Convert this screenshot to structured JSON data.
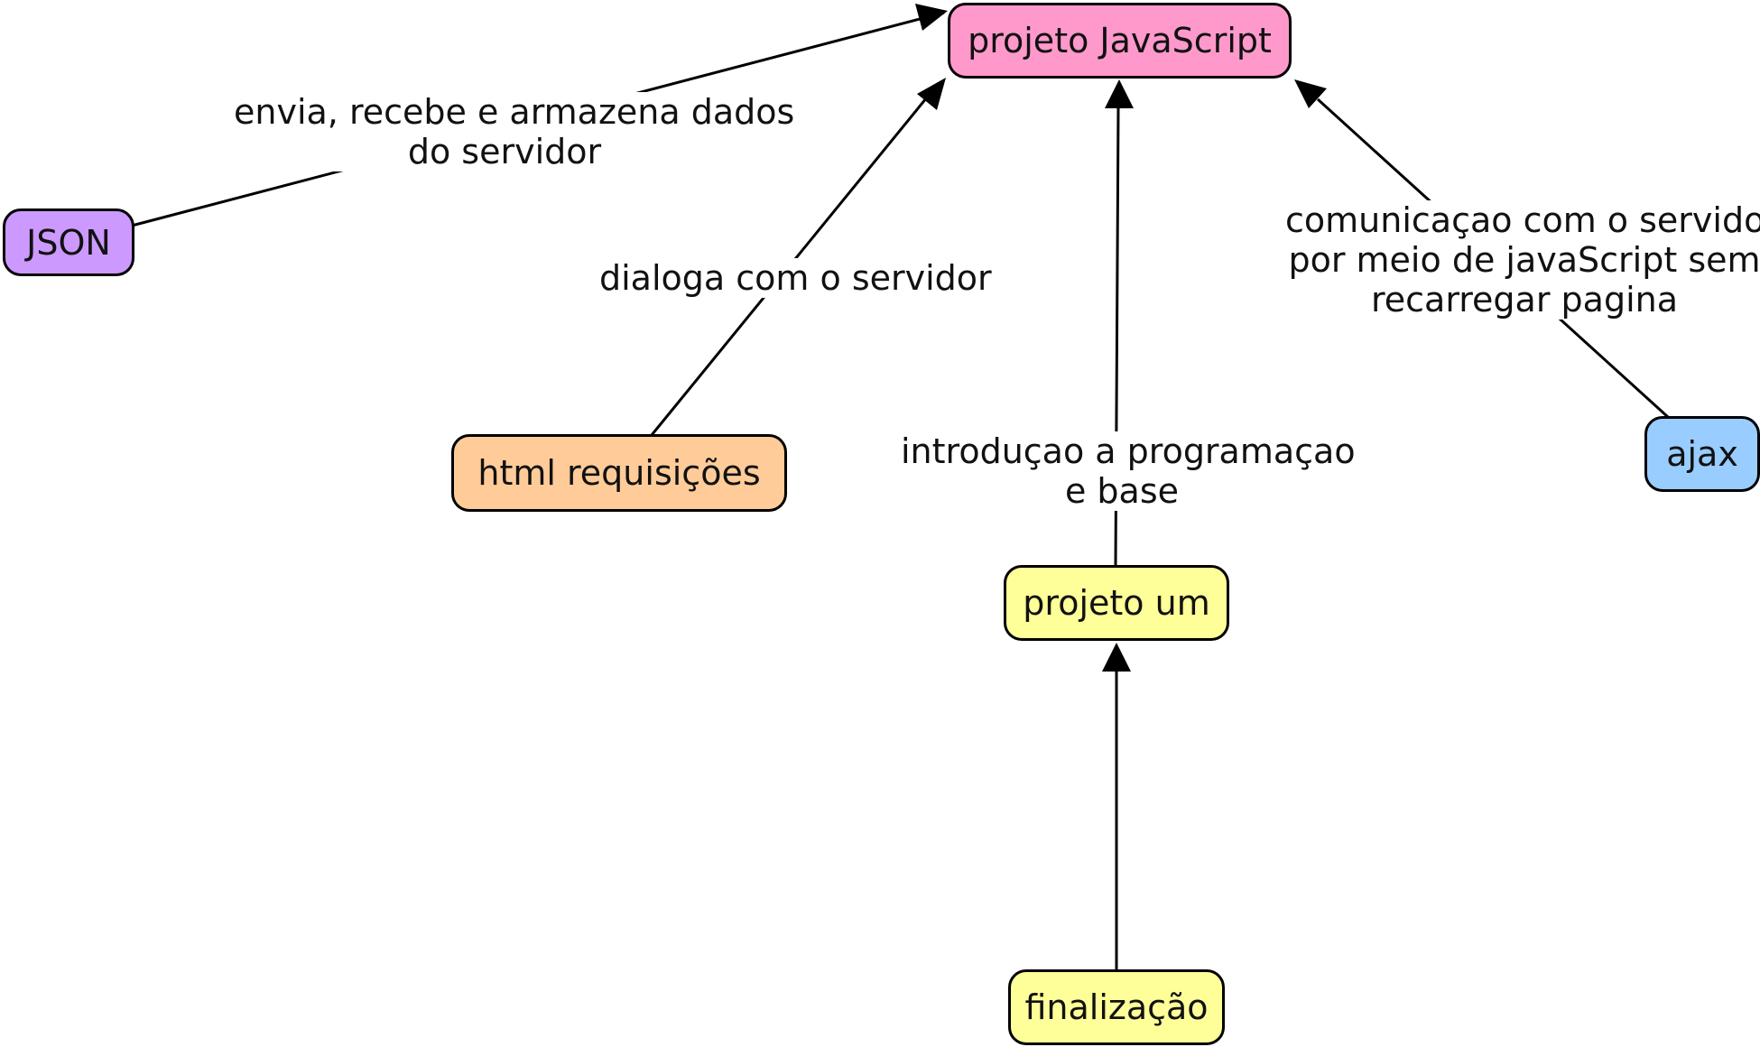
{
  "nodes": {
    "javascript": {
      "label": "projeto JavaScript",
      "color": "#ff99cc"
    },
    "json": {
      "label": "JSON",
      "color": "#cc99ff"
    },
    "html": {
      "label": "html requisições",
      "color": "#ffcc99"
    },
    "ajax": {
      "label": "ajax",
      "color": "#99ccff"
    },
    "projeto_um": {
      "label": "projeto um",
      "color": "#ffff99"
    },
    "finalizacao": {
      "label": "finalização",
      "color": "#ffff99"
    }
  },
  "edges": {
    "json_to_js": {
      "line1": "envia, recebe e armazena dados",
      "line2": "do servidor"
    },
    "html_to_js": {
      "line1": "dialoga com o servidor"
    },
    "projeto_um_to_js": {
      "line1": "introduçao a programaçao",
      "line2": "e base"
    },
    "ajax_to_js": {
      "line1": "comunicaçao com o servidor",
      "line2": "por meio de javaScript sem",
      "line3": "recarregar pagina"
    },
    "finalizacao_to_projeto_um": {}
  }
}
